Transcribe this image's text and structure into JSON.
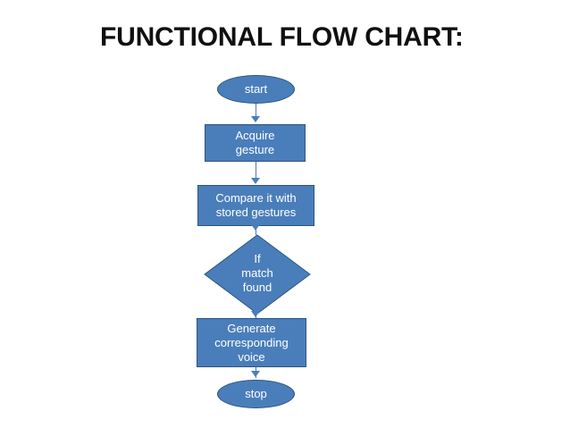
{
  "slide": {
    "title": "FUNCTIONAL FLOW CHART:",
    "background_color": "#ffffff",
    "title_color": "#101010"
  },
  "theme": {
    "shape_fill": "#4a7ebb",
    "shape_border": "#2e5480",
    "shape_text": "#ffffff",
    "connector_color": "#4a7ebb"
  },
  "flowchart": {
    "nodes": [
      {
        "id": "start",
        "type": "terminator",
        "label": "start"
      },
      {
        "id": "acquire",
        "type": "process",
        "label": "Acquire\ngesture"
      },
      {
        "id": "compare",
        "type": "process",
        "label": "Compare it with\nstored gestures"
      },
      {
        "id": "decision",
        "type": "decision",
        "label": "If\nmatch\nfound"
      },
      {
        "id": "generate",
        "type": "process",
        "label": "Generate\ncorresponding\nvoice"
      },
      {
        "id": "stop",
        "type": "terminator",
        "label": "stop"
      }
    ],
    "connectors": [
      {
        "from": "start",
        "to": "acquire",
        "label": ""
      },
      {
        "from": "acquire",
        "to": "compare",
        "label": ""
      },
      {
        "from": "compare",
        "to": "decision",
        "label": ""
      },
      {
        "from": "decision",
        "to": "generate",
        "label": ""
      },
      {
        "from": "generate",
        "to": "stop",
        "label": ""
      }
    ]
  }
}
